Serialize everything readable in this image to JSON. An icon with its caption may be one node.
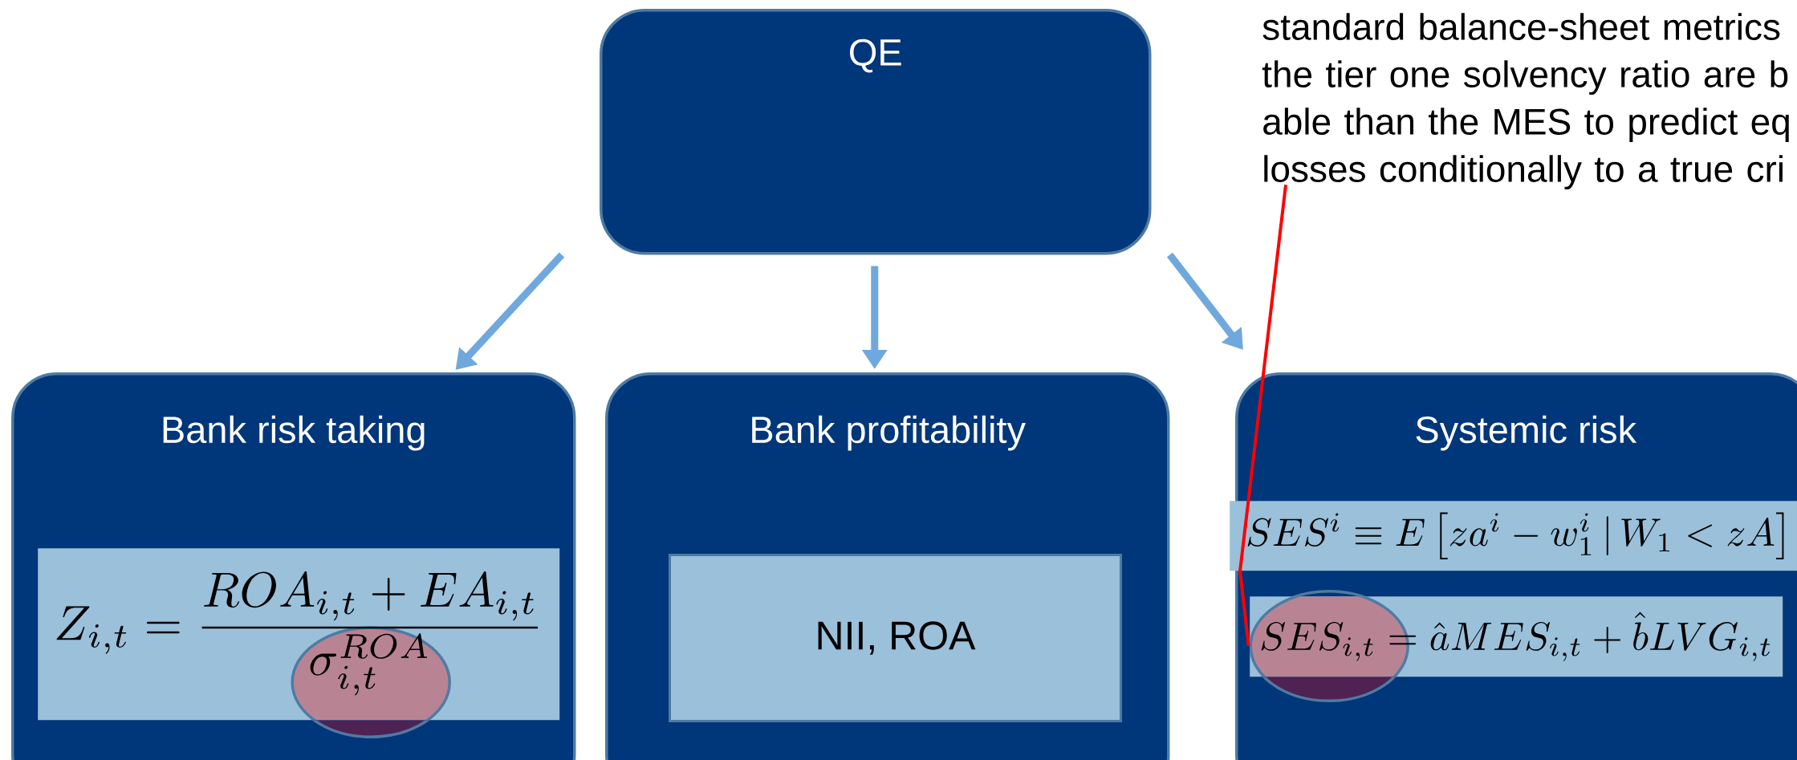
{
  "diagram": {
    "nodes": [
      {
        "text": [
          "QE"
        ]
      },
      {
        "text": [
          "Bank risk taking"
        ]
      },
      {
        "text": [
          "Z_{i,t} = \\frac{ROA_{i,t}+EA_{i,t}}{\\sigma_{i,t}^{ROA}}"
        ],
        "in": 1
      },
      {
        "text": [],
        "shape": "ellipse",
        "in": 1
      },
      {
        "text": [
          "Bank profitability"
        ]
      },
      {
        "text": [
          "NII, ROA"
        ],
        "in": 4
      },
      {
        "text": [
          "Systemic risk"
        ]
      },
      {
        "text": [
          "SES^{i} \\equiv E\\left[za^{i}-w_{1}^{i}\\,|\\,W_{1}<zA\\right]"
        ],
        "in": 6
      },
      {
        "text": [
          "SES_{i,t} = \\hat{a}MES_{i,t}+\\hat{b}LVG_{i,t}"
        ],
        "in": 6
      },
      {
        "text": [],
        "shape": "ellipse",
        "in": 6
      },
      {
        "text": [
          "standard balance-sheet metrics the tier one solvency ratio are b able than the MES to predict eq losses conditionally to a true cri"
        ]
      }
    ],
    "edges": [
      {
        "from": 0,
        "to": 1,
        "arrow": "to"
      },
      {
        "from": 0,
        "to": 4,
        "arrow": "to"
      },
      {
        "from": 0,
        "to": 6,
        "arrow": "to"
      },
      {
        "from": 10,
        "to": 9,
        "arrow": "none",
        "color": "#ff0000"
      }
    ]
  }
}
